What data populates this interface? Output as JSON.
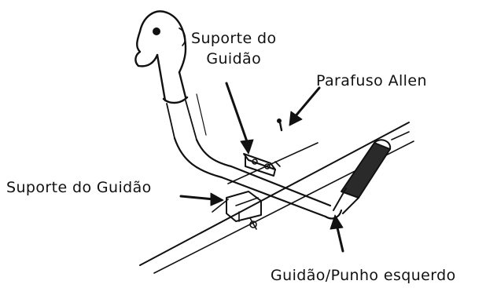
{
  "diagram": {
    "labels": {
      "handlebar_support_top_line1": "Suporte do",
      "handlebar_support_top_line2": "Guidão",
      "allen_screw": "Parafuso Allen",
      "handlebar_support_left": "Suporte do Guidão",
      "left_handle_grip": "Guidão/Punho esquerdo"
    },
    "colors": {
      "ink": "#111111",
      "background": "#ffffff",
      "grip": "#2a2a2a"
    }
  }
}
